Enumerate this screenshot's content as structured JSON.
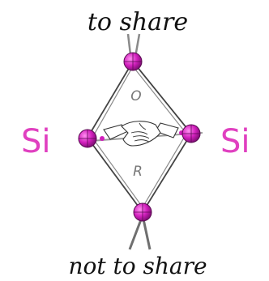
{
  "top_label": "to share",
  "bottom_label": "not to share",
  "left_atom": "Si",
  "right_atom": "Si",
  "center_letters": [
    "O",
    "R"
  ],
  "colors": {
    "atom_text": "#e040c0",
    "bead_fill": "#d21fbd",
    "bead_dark": "#8c1080",
    "stick": "#8a8a8a",
    "frame": "#444444",
    "text": "#111111"
  },
  "icons": [
    "handshake-icon"
  ]
}
